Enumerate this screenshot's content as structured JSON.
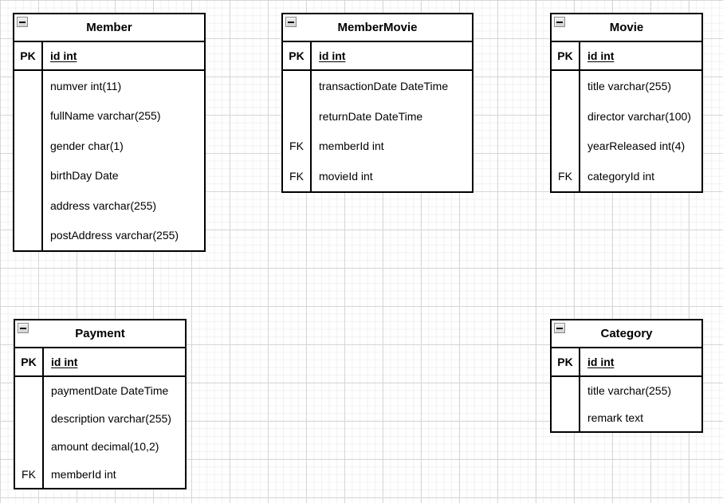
{
  "canvas": {
    "background_color": "#ffffff",
    "grid_minor_color": "#f1f1f1",
    "grid_major_color": "#d7d7d7",
    "line_color": "#000000"
  },
  "icons": {
    "collapse": "minus-box-icon"
  },
  "entities": [
    {
      "title": "Member",
      "pk": {
        "key": "PK",
        "field": "id int"
      },
      "rows": [
        {
          "key": "",
          "field": "numver int(11)"
        },
        {
          "key": "",
          "field": "fullName varchar(255)"
        },
        {
          "key": "",
          "field": "gender char(1)"
        },
        {
          "key": "",
          "field": "birthDay Date"
        },
        {
          "key": "",
          "field": "address varchar(255)"
        },
        {
          "key": "",
          "field": "postAddress varchar(255)"
        }
      ]
    },
    {
      "title": "MemberMovie",
      "pk": {
        "key": "PK",
        "field": "id int"
      },
      "rows": [
        {
          "key": "",
          "field": "transactionDate DateTime"
        },
        {
          "key": "",
          "field": "returnDate DateTime"
        },
        {
          "key": "FK",
          "field": "memberId int"
        },
        {
          "key": "FK",
          "field": "movieId int"
        }
      ]
    },
    {
      "title": "Movie",
      "pk": {
        "key": "PK",
        "field": "id int"
      },
      "rows": [
        {
          "key": "",
          "field": "title varchar(255)"
        },
        {
          "key": "",
          "field": "director varchar(100)"
        },
        {
          "key": "",
          "field": "yearReleased int(4)"
        },
        {
          "key": "FK",
          "field": "categoryId int"
        }
      ]
    },
    {
      "title": "Payment",
      "pk": {
        "key": "PK",
        "field": "id int"
      },
      "rows": [
        {
          "key": "",
          "field": "paymentDate DateTime"
        },
        {
          "key": "",
          "field": "description varchar(255)"
        },
        {
          "key": "",
          "field": "amount decimal(10,2)"
        },
        {
          "key": "FK",
          "field": "memberId int"
        }
      ]
    },
    {
      "title": "Category",
      "pk": {
        "key": "PK",
        "field": "id int"
      },
      "rows": [
        {
          "key": "",
          "field": "title varchar(255)"
        },
        {
          "key": "",
          "field": "remark text"
        }
      ]
    }
  ]
}
